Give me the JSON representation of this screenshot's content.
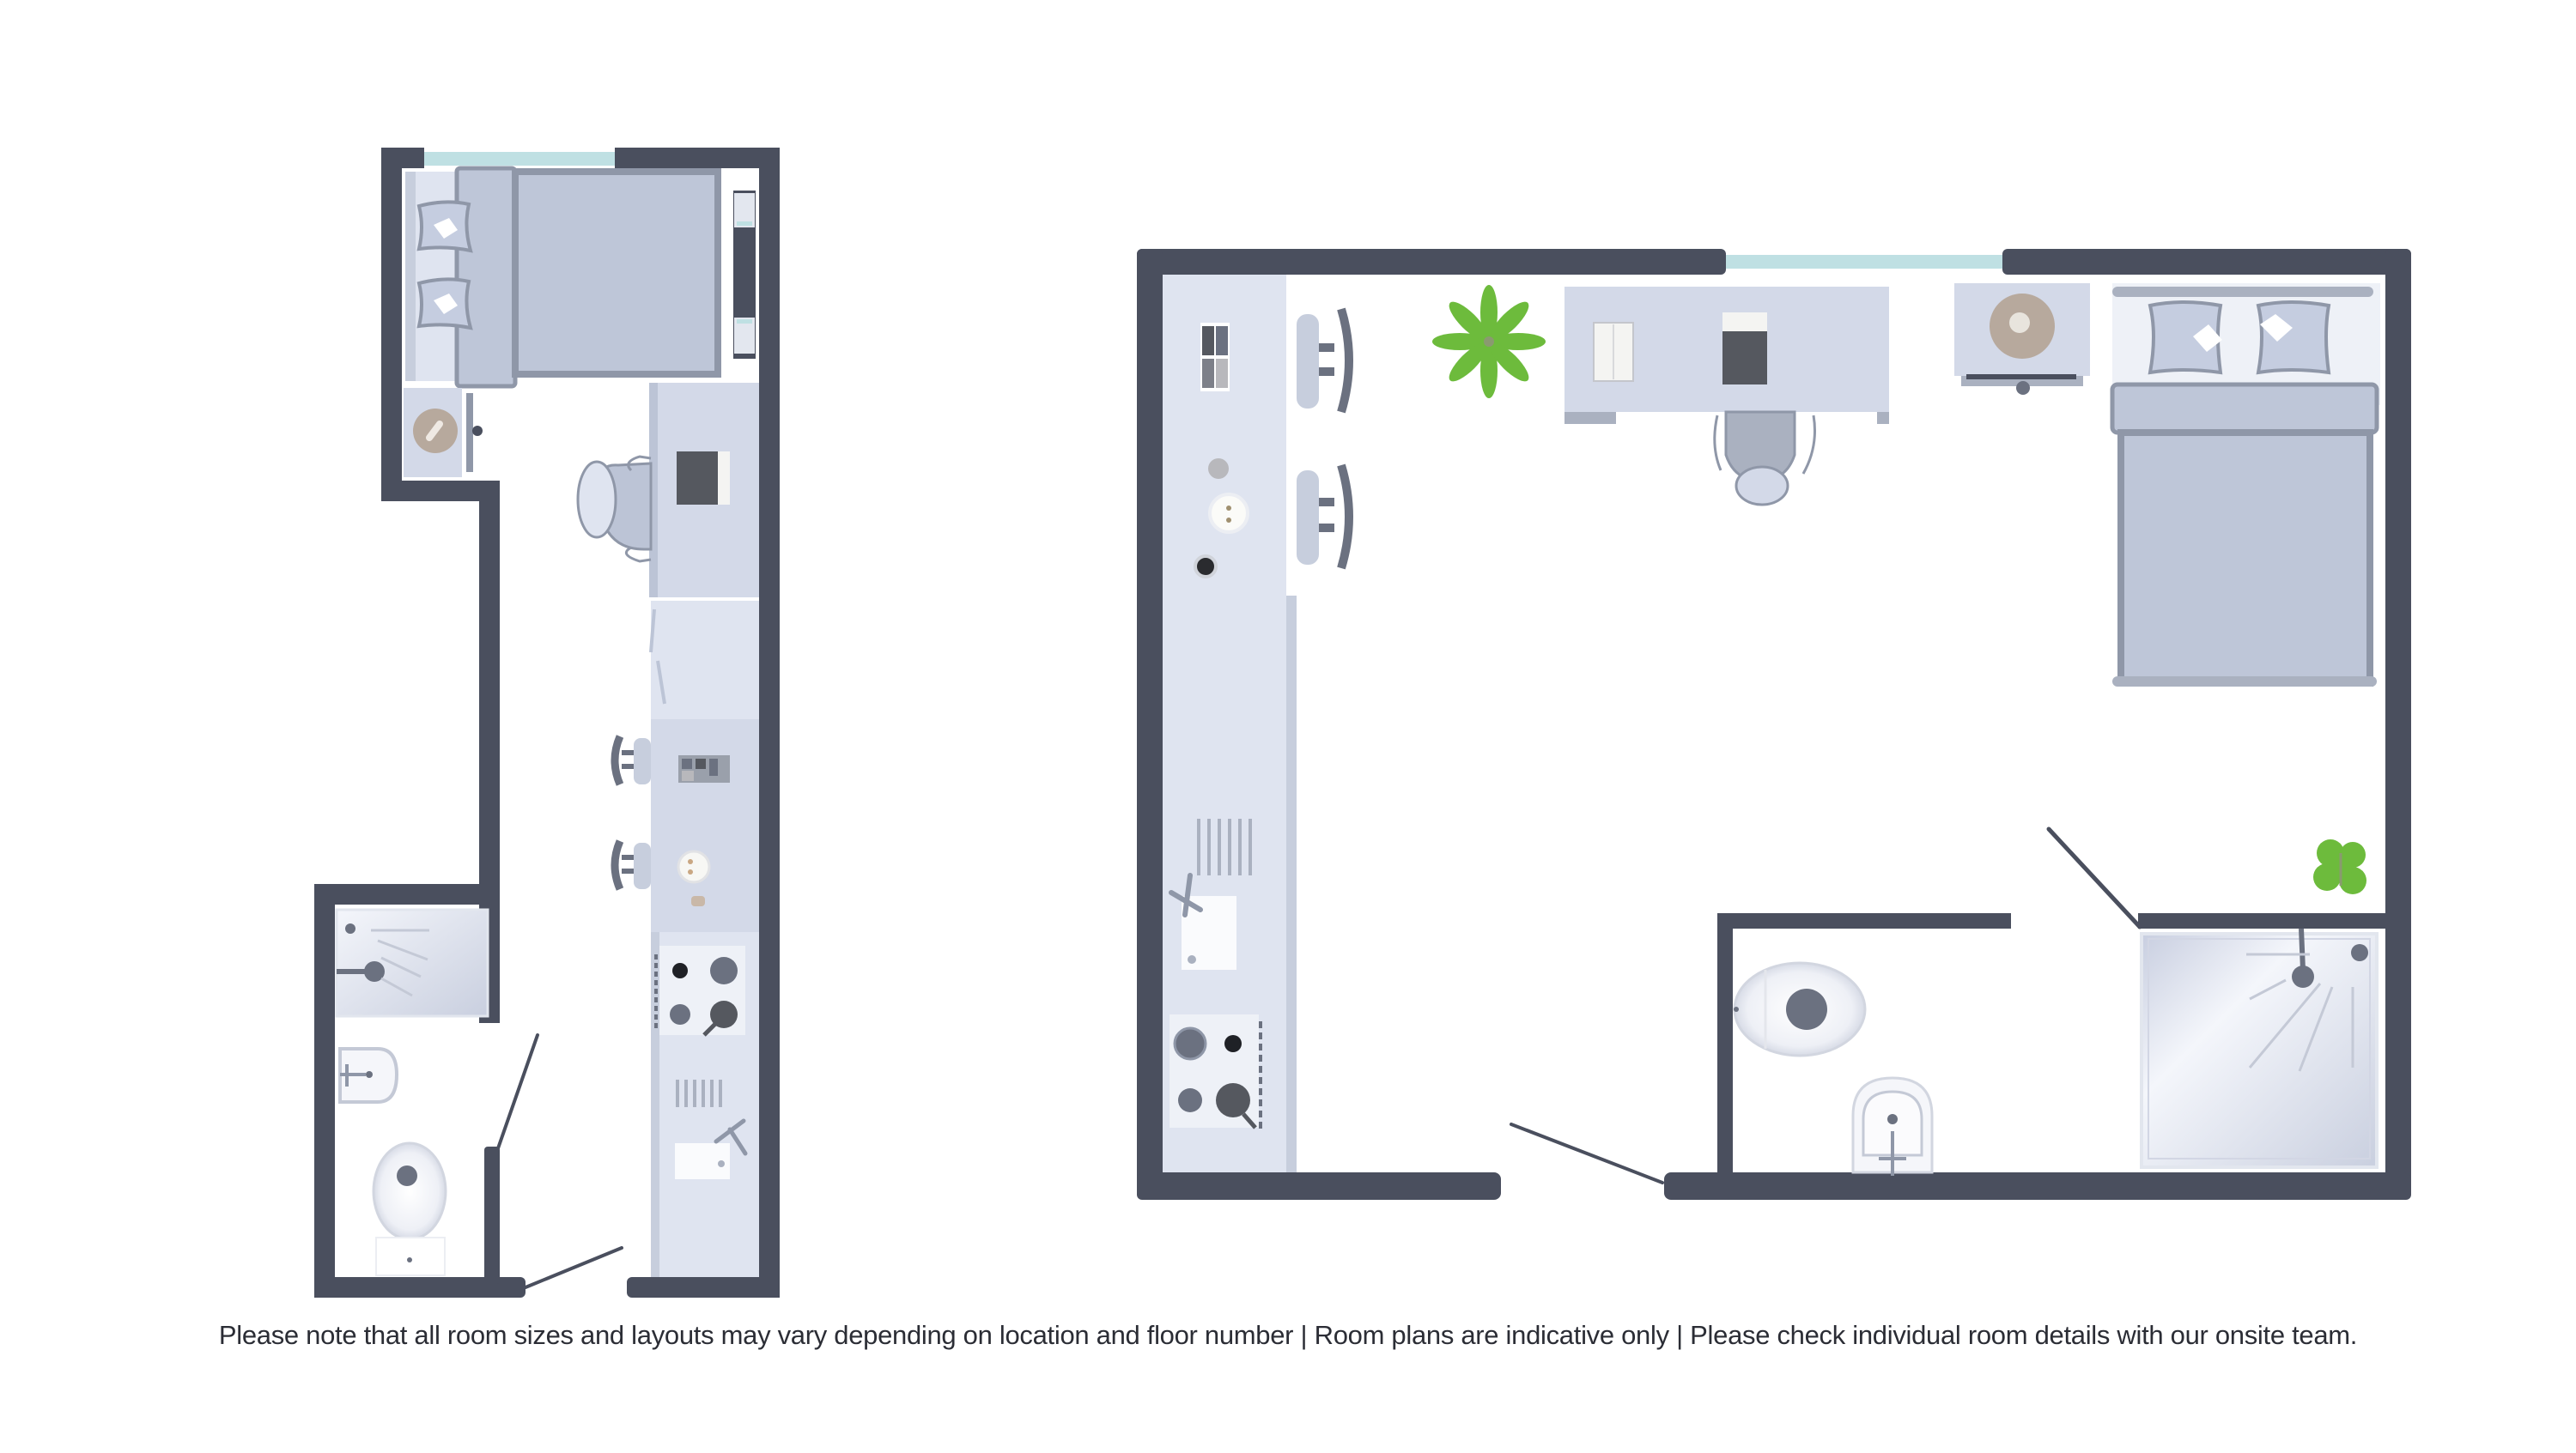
{
  "page": {
    "background": "#ffffff"
  },
  "colors": {
    "wall": "#4a4f5e",
    "window": "#bfe0e3",
    "furniture_fill": "#d3d9e8",
    "furniture_fill_light": "#dfe4f0",
    "bed_fill": "#bec6d8",
    "bed_edge": "#8f97a8",
    "dark_appliance": "#55585f",
    "plant_green": "#6dbb3c",
    "fixture_gray": "#6b7180",
    "side_table_wood": "#b7a99d"
  },
  "plans": [
    {
      "id": "plan-left",
      "label": "Narrow studio layout",
      "rooms": [
        "bedroom-study",
        "kitchenette",
        "shower-room"
      ],
      "furniture": [
        "double-bed",
        "pillows",
        "wall-shelf",
        "bedside-table",
        "lamp",
        "desk",
        "laptop",
        "desk-chair",
        "breakfast-bar",
        "bar-stools",
        "toaster",
        "kettle",
        "hob",
        "frying-pan",
        "sink",
        "drainer",
        "tap",
        "shower",
        "shower-head",
        "basin",
        "toilet"
      ],
      "doors": [
        "entrance-door",
        "shower-room-door"
      ]
    },
    {
      "id": "plan-right",
      "label": "Square studio layout",
      "rooms": [
        "living-sleeping-area",
        "kitchen-wall",
        "ensuite"
      ],
      "furniture": [
        "double-bed",
        "pillows",
        "bedside-table",
        "lamp",
        "desk",
        "book",
        "laptop",
        "desk-chair",
        "plant",
        "plant-small",
        "kitchen-counter",
        "bar-stools",
        "toaster",
        "kettle",
        "coffee-mug",
        "sink",
        "drainer",
        "tap",
        "hob",
        "frying-pan",
        "shower",
        "shower-head",
        "basin",
        "toilet"
      ],
      "doors": [
        "entrance-door",
        "ensuite-door"
      ]
    }
  ],
  "disclaimer": {
    "part1": "Please note that all room sizes and layouts may vary depending on location and floor number",
    "sep1": " | ",
    "part2": "Room plans are indicative only",
    "sep2": " | ",
    "part3": "Please check individual room details with our onsite team."
  }
}
